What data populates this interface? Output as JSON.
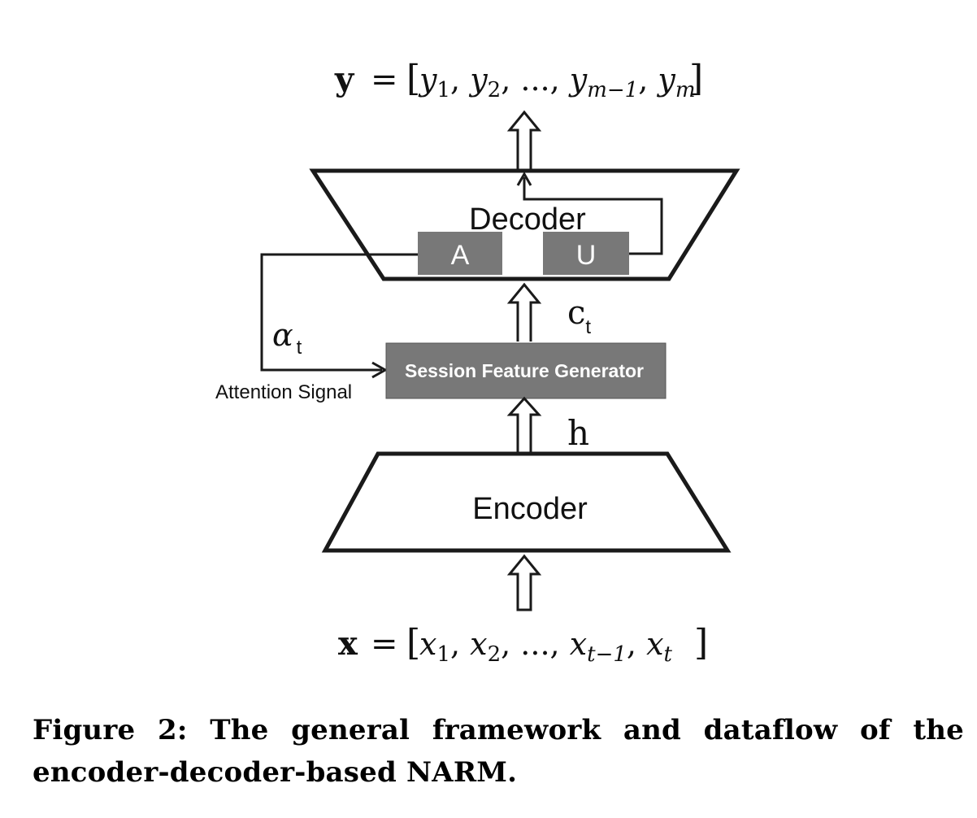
{
  "diagram": {
    "output_seq": {
      "var": "y",
      "equals": "=",
      "open": "[",
      "items": [
        "y",
        "1",
        ", ",
        "y",
        "2",
        ", ..., ",
        "y",
        "m−1",
        ", ",
        "y",
        "m"
      ],
      "close": "]"
    },
    "input_seq": {
      "var": "x",
      "equals": "=",
      "open": "[",
      "items": [
        "x",
        "1",
        ", ",
        "x",
        "2",
        ", ..., ",
        "x",
        "t−1",
        ", ",
        "x",
        "t"
      ],
      "close": "]"
    },
    "decoder_label": "Decoder",
    "attention_block_label": "A",
    "update_block_label": "U",
    "context_symbol": "c",
    "context_subscript": "t",
    "alpha_symbol": "α",
    "alpha_subscript": "t",
    "attention_signal_label": "Attention Signal",
    "session_feature_generator_label": "Session Feature Generator",
    "hidden_label": "h",
    "encoder_label": "Encoder"
  },
  "colors": {
    "block_fill": "#787878",
    "block_text": "#ffffff",
    "stroke": "#1a1a1a"
  },
  "caption": {
    "line1": "Figure 2: The general framework and dataflow of the",
    "line2": "encoder-decoder-based NARM."
  }
}
